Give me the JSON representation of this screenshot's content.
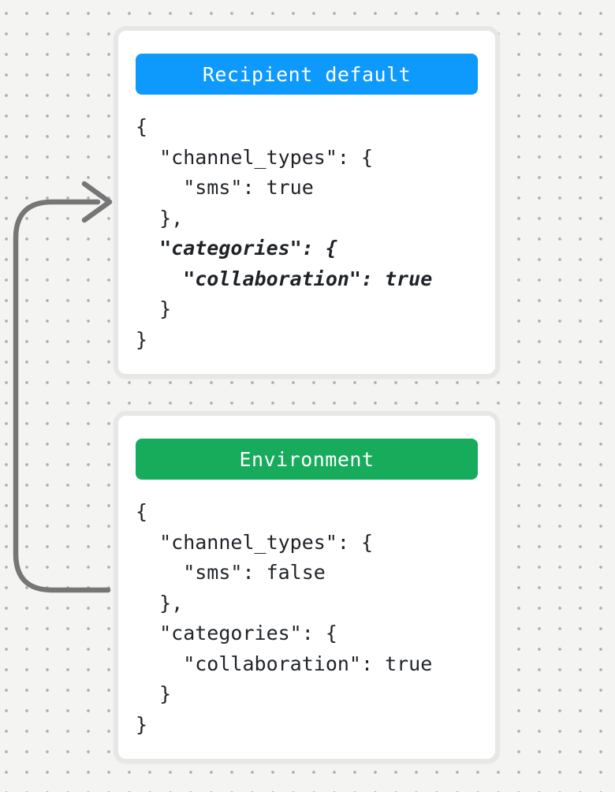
{
  "colors": {
    "background": "#f4f4f3",
    "dot": "#b1aeab",
    "card_border": "#e8e7e5",
    "card_background": "#ffffff",
    "code_text": "#1f2328",
    "header_text": "#ffffff"
  },
  "arrow": {
    "color": "#767676"
  },
  "cards": [
    {
      "title": "Recipient default",
      "accent_color": "#0e9afd",
      "code_lines": [
        {
          "text": "{",
          "emphasis": false
        },
        {
          "text": "  \"channel_types\": {",
          "emphasis": false
        },
        {
          "text": "    \"sms\": true",
          "emphasis": false
        },
        {
          "text": "  },",
          "emphasis": false
        },
        {
          "text": "  \"categories\": {",
          "emphasis": true
        },
        {
          "text": "    \"collaboration\": true",
          "emphasis": true
        },
        {
          "text": "  }",
          "emphasis": false
        },
        {
          "text": "}",
          "emphasis": false
        }
      ]
    },
    {
      "title": "Environment",
      "accent_color": "#17ab5c",
      "code_lines": [
        {
          "text": "{",
          "emphasis": false
        },
        {
          "text": "  \"channel_types\": {",
          "emphasis": false
        },
        {
          "text": "    \"sms\": false",
          "emphasis": false
        },
        {
          "text": "  },",
          "emphasis": false
        },
        {
          "text": "  \"categories\": {",
          "emphasis": false
        },
        {
          "text": "    \"collaboration\": true",
          "emphasis": false
        },
        {
          "text": "  }",
          "emphasis": false
        },
        {
          "text": "}",
          "emphasis": false
        }
      ]
    }
  ]
}
